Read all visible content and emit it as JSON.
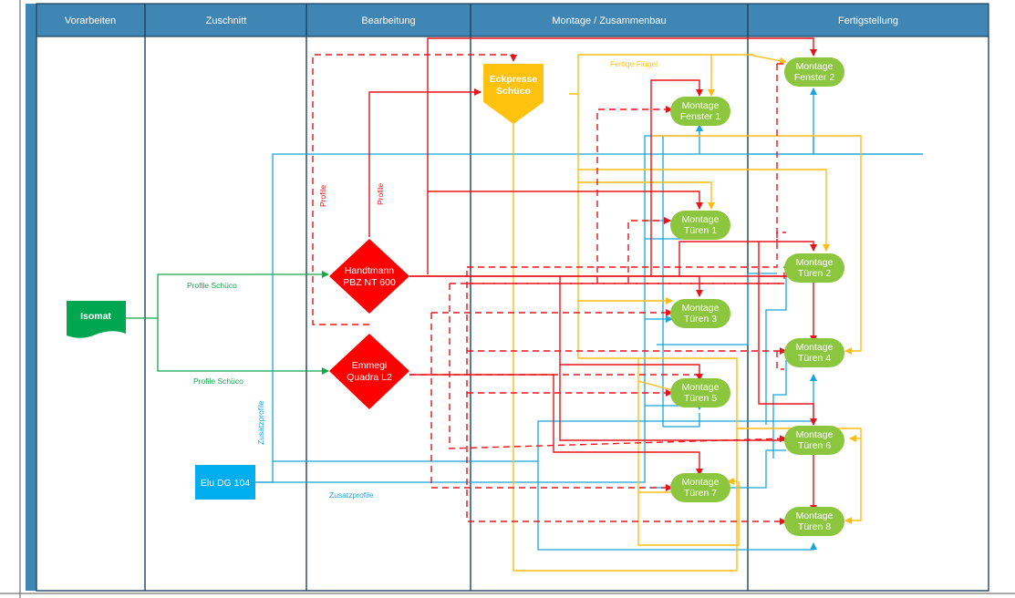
{
  "lanes": [
    "Vorarbeiten",
    "Zuschnitt",
    "Bearbeitung",
    "Montage / Zusammenbau",
    "Fertigstellung"
  ],
  "nodes": {
    "isomat": "Isomat",
    "elu": "Elu DG 104",
    "handtmann": [
      "Handtmann",
      "PBZ NT 600"
    ],
    "emmegi": [
      "Emmegi",
      "Quadra L2"
    ],
    "eckpresse": [
      "Eckpresse",
      "Schüco"
    ],
    "mf1": [
      "Montage",
      "Fenster 1"
    ],
    "mf2": [
      "Montage",
      "Fenster 2"
    ],
    "mt1": [
      "Montage",
      "Türen 1"
    ],
    "mt2": [
      "Montage",
      "Türen 2"
    ],
    "mt3": [
      "Montage",
      "Türen 3"
    ],
    "mt4": [
      "Montage",
      "Türen 4"
    ],
    "mt5": [
      "Montage",
      "Türen 5"
    ],
    "mt6": [
      "Montage",
      "Türen 6"
    ],
    "mt7": [
      "Montage",
      "Türen 7"
    ],
    "mt8": [
      "Montage",
      "Türen 8"
    ]
  },
  "edge_labels": {
    "profile_schueco_1": "Profile Schüco",
    "profile_schueco_2": "Profile Schüco",
    "zusatzprofile_v": "Zusatzprofile",
    "zusatzprofile_h": "Zusatzprofile",
    "profile_1": "Profile",
    "profile_2": "Profile",
    "fertige_fluegel": "Fertige Flügel"
  },
  "colors": {
    "lane_header": "#3f86b4",
    "red": "#e8141b",
    "green": "#17a64a",
    "blue": "#1aa3dc",
    "orange": "#ffbd14",
    "lime": "#8cc63f",
    "elu": "#00aeef",
    "isomat": "#00a650"
  }
}
